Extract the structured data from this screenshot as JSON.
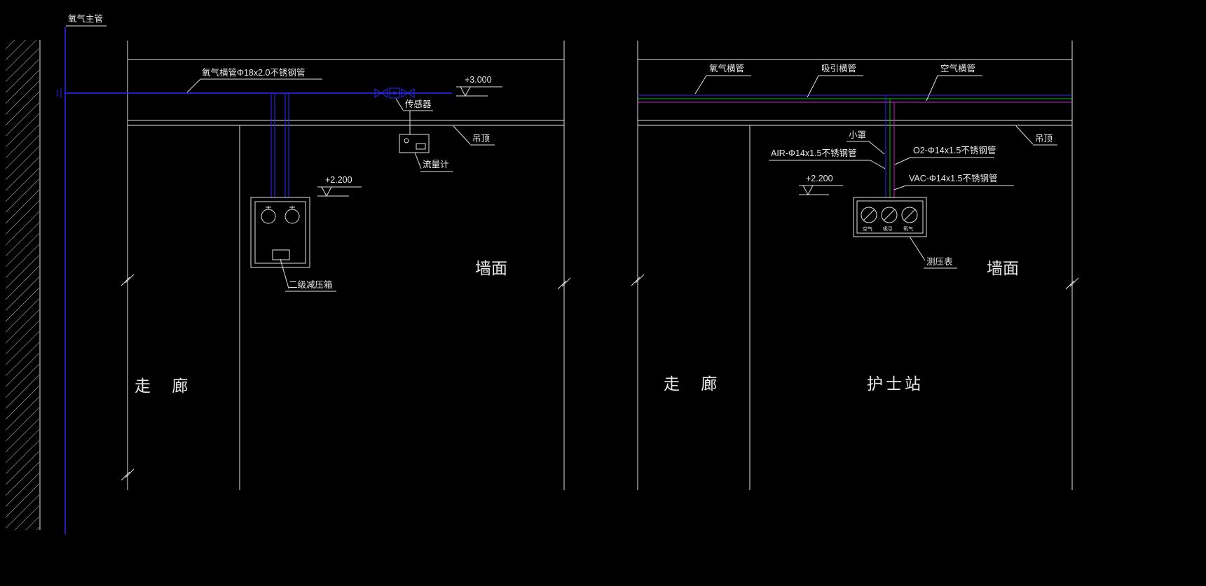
{
  "colors": {
    "background": "#000000",
    "line": "#e2e2e2",
    "oxygen_pipe": "#2b2bff",
    "suction_pipe": "#00bb22",
    "air_pipe": "#d819d8"
  },
  "main_pipe": {
    "label": "氧气主管"
  },
  "left_view": {
    "pipe_spec_label": "氧气横管Φ18x2.0不锈钢管",
    "sensor_label": "传感器",
    "flow_meter_label": "流量计",
    "ceiling_label": "吊顶",
    "elevation_ceiling": "+3.000",
    "elevation_box": "+2.200",
    "reducer_label": "二级减压箱",
    "wall_label": "墙面",
    "corridor_label": "走 廊"
  },
  "right_view": {
    "oxygen_label": "氧气横管",
    "suction_label": "吸引横管",
    "air_label": "空气横管",
    "ceiling_label": "吊顶",
    "hood_label": "小罩",
    "air_spec_label": "AIR-Φ14x1.5不锈钢管",
    "o2_spec_label": "O2-Φ14x1.5不锈钢管",
    "vac_spec_label": "VAC-Φ14x1.5不锈钢管",
    "elevation_box": "+2.200",
    "gauge_label": "测压表",
    "wall_label": "墙面",
    "corridor_label": "走 廊",
    "nurse_station_label": "护士站",
    "outlets": [
      "空气",
      "吸引",
      "氧气"
    ]
  }
}
